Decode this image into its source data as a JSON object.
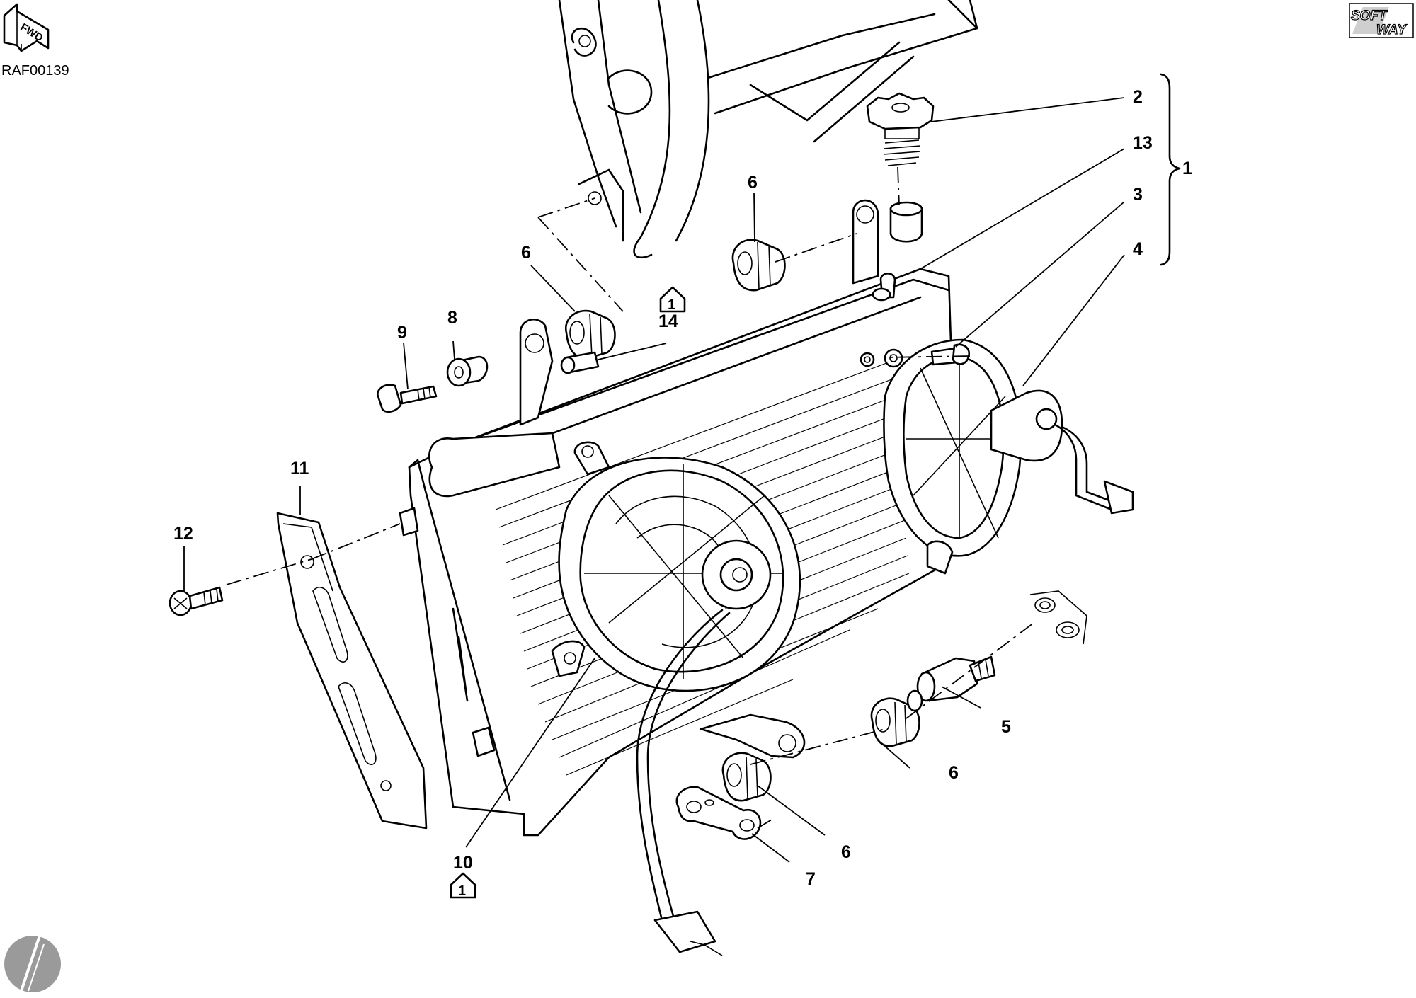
{
  "diagram_code": "RAF00139",
  "direction_label": "FWD",
  "brand_logo": {
    "line1": "SOFT",
    "line2": "WAY"
  },
  "note_badge": "1",
  "callouts": {
    "c1": "1",
    "c2": "2",
    "c3": "3",
    "c4": "4",
    "c5": "5",
    "c6a": "6",
    "c6b": "6",
    "c6c": "6",
    "c6d": "6",
    "c7": "7",
    "c8": "8",
    "c9": "9",
    "c10": "10",
    "c11": "11",
    "c12": "12",
    "c13": "13",
    "c14": "14"
  }
}
